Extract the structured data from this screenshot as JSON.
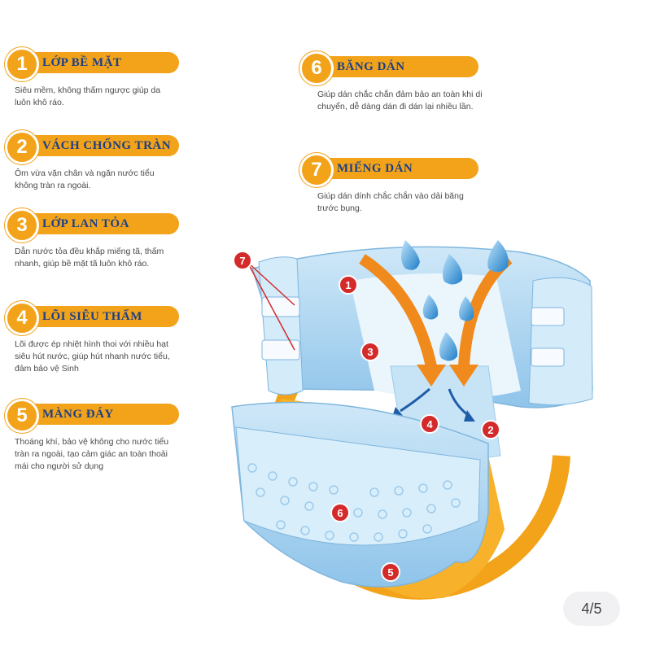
{
  "features": [
    {
      "number": "1",
      "title": "LỚP BỀ MẶT",
      "description": "Siêu mềm, không thấm ngược giúp da luôn khô ráo."
    },
    {
      "number": "2",
      "title": "VÁCH CHỐNG TRÀN",
      "description": "Ôm vừa vặn chân và ngăn nước tiểu không tràn ra ngoài."
    },
    {
      "number": "3",
      "title": "LỚP LAN TỎA",
      "description": "Dẫn nước tỏa đều khắp miếng tã, thấm nhanh, giúp bề mặt tã luôn khô ráo."
    },
    {
      "number": "4",
      "title": "LÕI SIÊU THẤM",
      "description": "Lõi được ép nhiệt hình thoi với nhiều hạt siêu hút nước, giúp hút nhanh nước tiểu, đảm bảo vệ Sinh"
    },
    {
      "number": "5",
      "title": "MÀNG ĐÁY",
      "description": "Thoáng khí, bảo vệ không cho nước tiểu tràn ra ngoài, tạo cảm giác an toàn thoải mái cho người sử dụng"
    },
    {
      "number": "6",
      "title": "BĂNG DÁN",
      "description": "Giúp dán chắc chắn đảm bảo an toàn khi di chuyển, dễ dàng dán đi dán lại nhiều lần."
    },
    {
      "number": "7",
      "title": "MIẾNG DÁN",
      "description": "Giúp dán dính chắc chắn vào dải băng trước bụng."
    }
  ],
  "markers": [
    "1",
    "2",
    "3",
    "4",
    "5",
    "6",
    "7"
  ],
  "page_indicator": "4/5",
  "colors": {
    "accent": "#f2a31a",
    "title": "#1b3f86",
    "marker": "#d42a2a",
    "diaper": "#9fd0f0"
  }
}
